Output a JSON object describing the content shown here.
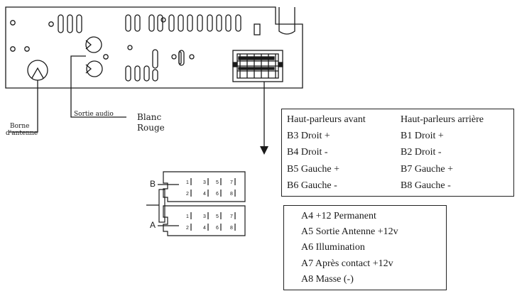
{
  "labels": {
    "antenna_line1": "Borne",
    "antenna_line2": "d'antenne",
    "audio_out": "Sortie audio",
    "white": "Blanc",
    "red": "Rouge",
    "connector_b": "B",
    "connector_a": "A"
  },
  "speakers": {
    "front_header": "Haut-parleurs avant",
    "rear_header": "Haut-parleurs arrière",
    "rows": [
      {
        "front": "B3  Droit +",
        "rear": "B1  Droit +"
      },
      {
        "front": "B4  Droit -",
        "rear": "B2  Droit -"
      },
      {
        "front": "B5  Gauche +",
        "rear": "B7  Gauche +"
      },
      {
        "front": "B6  Gauche -",
        "rear": "B8  Gauche -"
      }
    ]
  },
  "power": {
    "rows": [
      "A4  +12 Permanent",
      "A5  Sortie Antenne +12v",
      "A6  Illumination",
      "A7  Après contact +12v",
      "A8  Masse (-)"
    ]
  },
  "pins": {
    "top": [
      "1",
      "3",
      "5",
      "7"
    ],
    "bottom": [
      "2",
      "4",
      "6",
      "8"
    ]
  },
  "colors": {
    "ink": "#1a1a1a",
    "background": "#ffffff"
  }
}
